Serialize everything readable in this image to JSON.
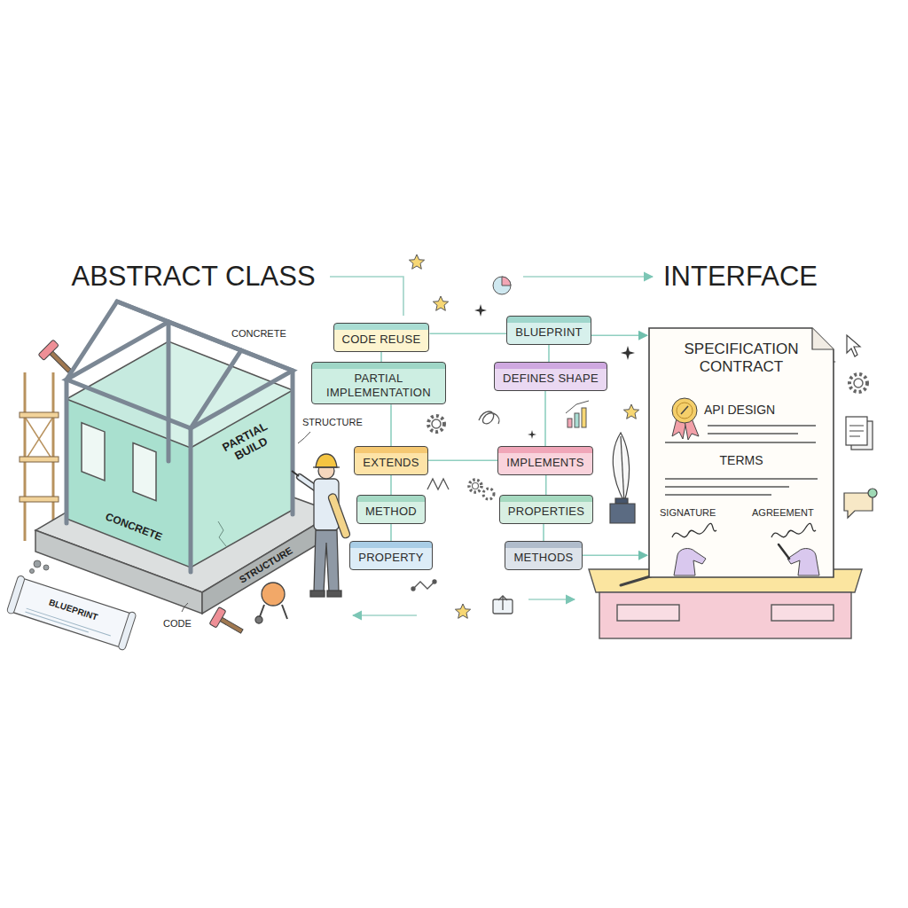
{
  "diagram": {
    "nodes": [
      {
        "text": [
          "CODE REUSE"
        ]
      },
      {
        "text": [
          "PARTIAL IMPLEMENTATION"
        ]
      },
      {
        "text": [
          "EXTENDS"
        ]
      },
      {
        "text": [
          "METHOD"
        ]
      },
      {
        "text": [
          "PROPERTY"
        ]
      },
      {
        "text": [
          "BLUEPRINT"
        ]
      },
      {
        "text": [
          "DEFINES SHAPE"
        ]
      },
      {
        "text": [
          "IMPLEMENTS"
        ]
      },
      {
        "text": [
          "PROPERTIES"
        ]
      },
      {
        "text": [
          "METHODS"
        ]
      },
      {
        "text": [
          "SPECIFICATION CONTRACT",
          "API DESIGN",
          "TERMS",
          "SIGNATURE",
          "AGREEMENT"
        ]
      }
    ],
    "edges": [
      {
        "from": 0,
        "to": 1,
        "arrow": "none"
      },
      {
        "from": 1,
        "to": 2,
        "arrow": "none"
      },
      {
        "from": 2,
        "to": 3,
        "arrow": "none"
      },
      {
        "from": 3,
        "to": 4,
        "arrow": "none"
      },
      {
        "from": 5,
        "to": 6,
        "arrow": "none"
      },
      {
        "from": 6,
        "to": 7,
        "arrow": "none"
      },
      {
        "from": 7,
        "to": 8,
        "arrow": "none"
      },
      {
        "from": 8,
        "to": 9,
        "arrow": "none"
      },
      {
        "from": 0,
        "to": 5,
        "arrow": "none"
      },
      {
        "from": 2,
        "to": 7,
        "arrow": "none"
      },
      {
        "from": 5,
        "to": 10,
        "arrow": "to"
      },
      {
        "from": 9,
        "to": 10,
        "arrow": "to"
      }
    ],
    "labels": [
      "ABSTRACT CLASS",
      "INTERFACE",
      "CONCRETE",
      "STRUCTURE",
      "PARTIAL BUILD",
      "CONCRETE",
      "STRUCTURE",
      "BLUEPRINT",
      "CODE"
    ]
  }
}
